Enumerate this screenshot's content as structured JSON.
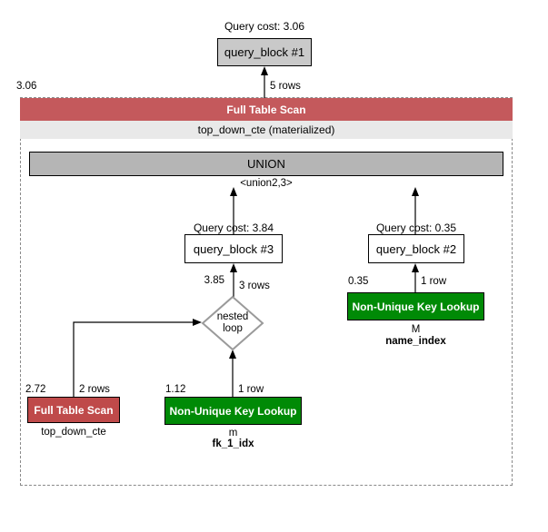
{
  "colors": {
    "full_table_scan_red": "#c4595c",
    "full_table_scan_red_dark": "#bf4a4a",
    "key_lookup_green": "#008a06",
    "union_gray": "#b5b5b5",
    "query_block_gray": "#c9c9c9",
    "materialized_strip_gray": "#e9e9e9"
  },
  "nodes": {
    "qb1": {
      "cost_label": "Query cost: 3.06",
      "title": "query_block #1"
    },
    "fts_cte_bar": {
      "title": "Full Table Scan",
      "subtitle": "top_down_cte (materialized)"
    },
    "union": {
      "title": "UNION",
      "subtitle": "<union2,3>"
    },
    "qb3": {
      "cost_label": "Query cost: 3.84",
      "title": "query_block #3"
    },
    "qb2": {
      "cost_label": "Query cost: 0.35",
      "title": "query_block #2"
    },
    "nested_loop": {
      "line1": "nested",
      "line2": "loop"
    },
    "lookup_name": {
      "title": "Non-Unique Key Lookup",
      "table": "M",
      "index": "name_index"
    },
    "fts_bottom": {
      "title": "Full Table Scan",
      "table": "top_down_cte"
    },
    "lookup_fk": {
      "title": "Non-Unique Key Lookup",
      "table": "m",
      "index": "fk_1_idx"
    }
  },
  "edges": {
    "bar_to_qb1": {
      "cost": "3.06",
      "rows": "5 rows"
    },
    "loop_to_qb3": {
      "cost": "3.85",
      "rows": "3 rows"
    },
    "lookup_to_qb2": {
      "cost": "0.35",
      "rows": "1 row"
    },
    "fts_to_loop": {
      "cost": "2.72",
      "rows": "2 rows"
    },
    "lookup_to_loop": {
      "cost": "1.12",
      "rows": "1 row"
    }
  }
}
